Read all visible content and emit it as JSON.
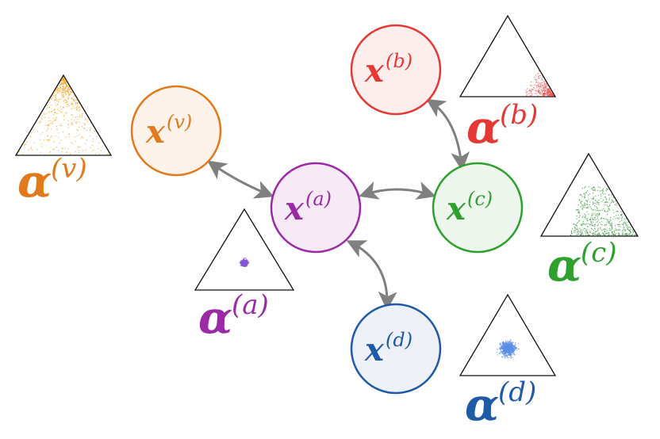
{
  "nodes": [
    {
      "id": "v",
      "label": "x",
      "sup": "(v)",
      "color": "#e07a1c",
      "fill": "#fdf3ea"
    },
    {
      "id": "b",
      "label": "x",
      "sup": "(b)",
      "color": "#e53935",
      "fill": "#fdeeee"
    },
    {
      "id": "a",
      "label": "x",
      "sup": "(a)",
      "color": "#9b2aa7",
      "fill": "#f6eaf7"
    },
    {
      "id": "c",
      "label": "x",
      "sup": "(c)",
      "color": "#2ea02e",
      "fill": "#eef7ee"
    },
    {
      "id": "d",
      "label": "x",
      "sup": "(d)",
      "color": "#1f5aa6",
      "fill": "#eef2f8"
    }
  ],
  "simplexes": [
    {
      "id": "v",
      "label": "α",
      "sup": "(v)",
      "color": "#e07a1c",
      "dots": "#f3a623",
      "concentration": "top-vertex"
    },
    {
      "id": "b",
      "label": "α",
      "sup": "(b)",
      "color": "#e53935",
      "dots": "#ef5350",
      "concentration": "bottom-right-vertex"
    },
    {
      "id": "c",
      "label": "α",
      "sup": "(c)",
      "color": "#2ea02e",
      "dots": "#3f9a43",
      "concentration": "bottom-right-edge"
    },
    {
      "id": "a",
      "label": "α",
      "sup": "(a)",
      "color": "#9b2aa7",
      "dots": "#8a55d6",
      "concentration": "center"
    },
    {
      "id": "d",
      "label": "α",
      "sup": "(d)",
      "color": "#1f5aa6",
      "dots": "#5b8fe6",
      "concentration": "center-spread"
    }
  ],
  "edges": [
    {
      "from": "v",
      "to": "a"
    },
    {
      "from": "a",
      "to": "c"
    },
    {
      "from": "b",
      "to": "c"
    },
    {
      "from": "a",
      "to": "d"
    }
  ],
  "edge_color": "#808080"
}
